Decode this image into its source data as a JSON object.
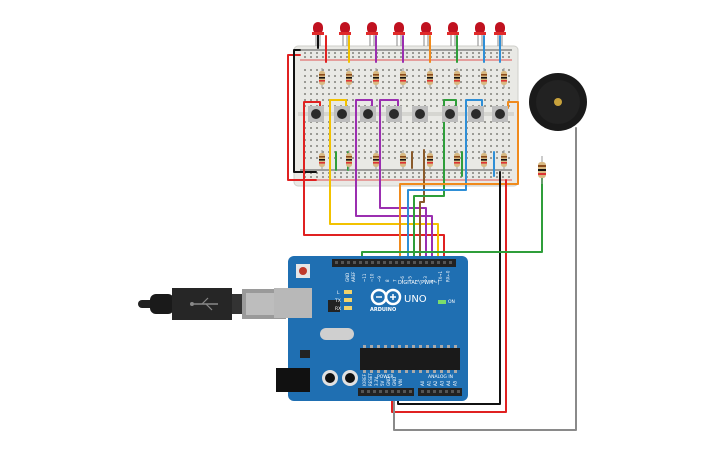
{
  "arduino": {
    "brand_label": "ARDUINO",
    "model_label": "UNO",
    "digital_label": "DIGITAL (PWM~)",
    "power_label": "POWER",
    "analog_label": "ANALOG IN",
    "on_label": "ON",
    "l_label": "L",
    "tx_label": "TX",
    "rx_label": "RX",
    "ioref_label": "IOREF",
    "reset_label": "RESET",
    "v33_label": "3.3V",
    "v5_label": "5V",
    "gnd_label": "GND",
    "vin_label": "VIN",
    "aref_label": "AREF",
    "digital_pins": [
      "~11",
      "~10",
      "~9",
      "8",
      "7",
      "~6",
      "~5",
      "4",
      "~3",
      "2",
      "TX→1",
      "RX←0"
    ],
    "analog_pins": [
      "A0",
      "A1",
      "A2",
      "A3",
      "A4",
      "A5"
    ]
  },
  "components": {
    "led_count": 8,
    "button_count": 8,
    "led_colors": [
      "#c0111f",
      "#e02a2a"
    ],
    "wire_colors": [
      "#e02121",
      "#111111",
      "#f2c200",
      "#9b2fb0",
      "#2f9e3a",
      "#2f8fd6",
      "#f08a1c",
      "#8a5a2b",
      "#8a8a8a"
    ],
    "board_color": "#1f6fb2"
  }
}
